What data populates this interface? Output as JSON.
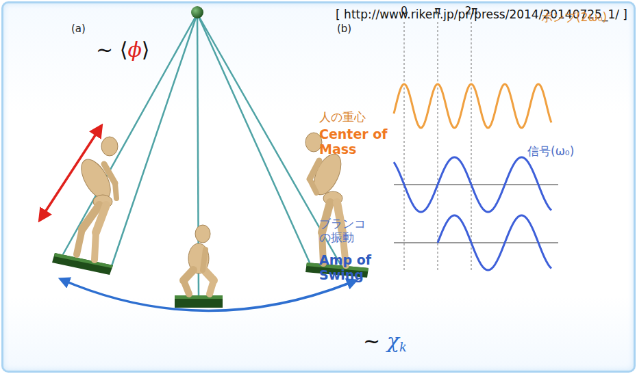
{
  "diagram": {
    "labels": [
      "[ http://www.riken.jp/pr/press/2014/20140725_1/ ]",
      "(a)",
      "(b)",
      "~ ⟨ϕ⟩",
      "~ χk",
      "0",
      "π",
      "2π",
      "ポンプ(2ω₀)",
      "人の重心",
      "Center of Mass",
      "信号(ω₀)",
      "ブランコ の振動",
      "Amp of Swing"
    ]
  }
}
